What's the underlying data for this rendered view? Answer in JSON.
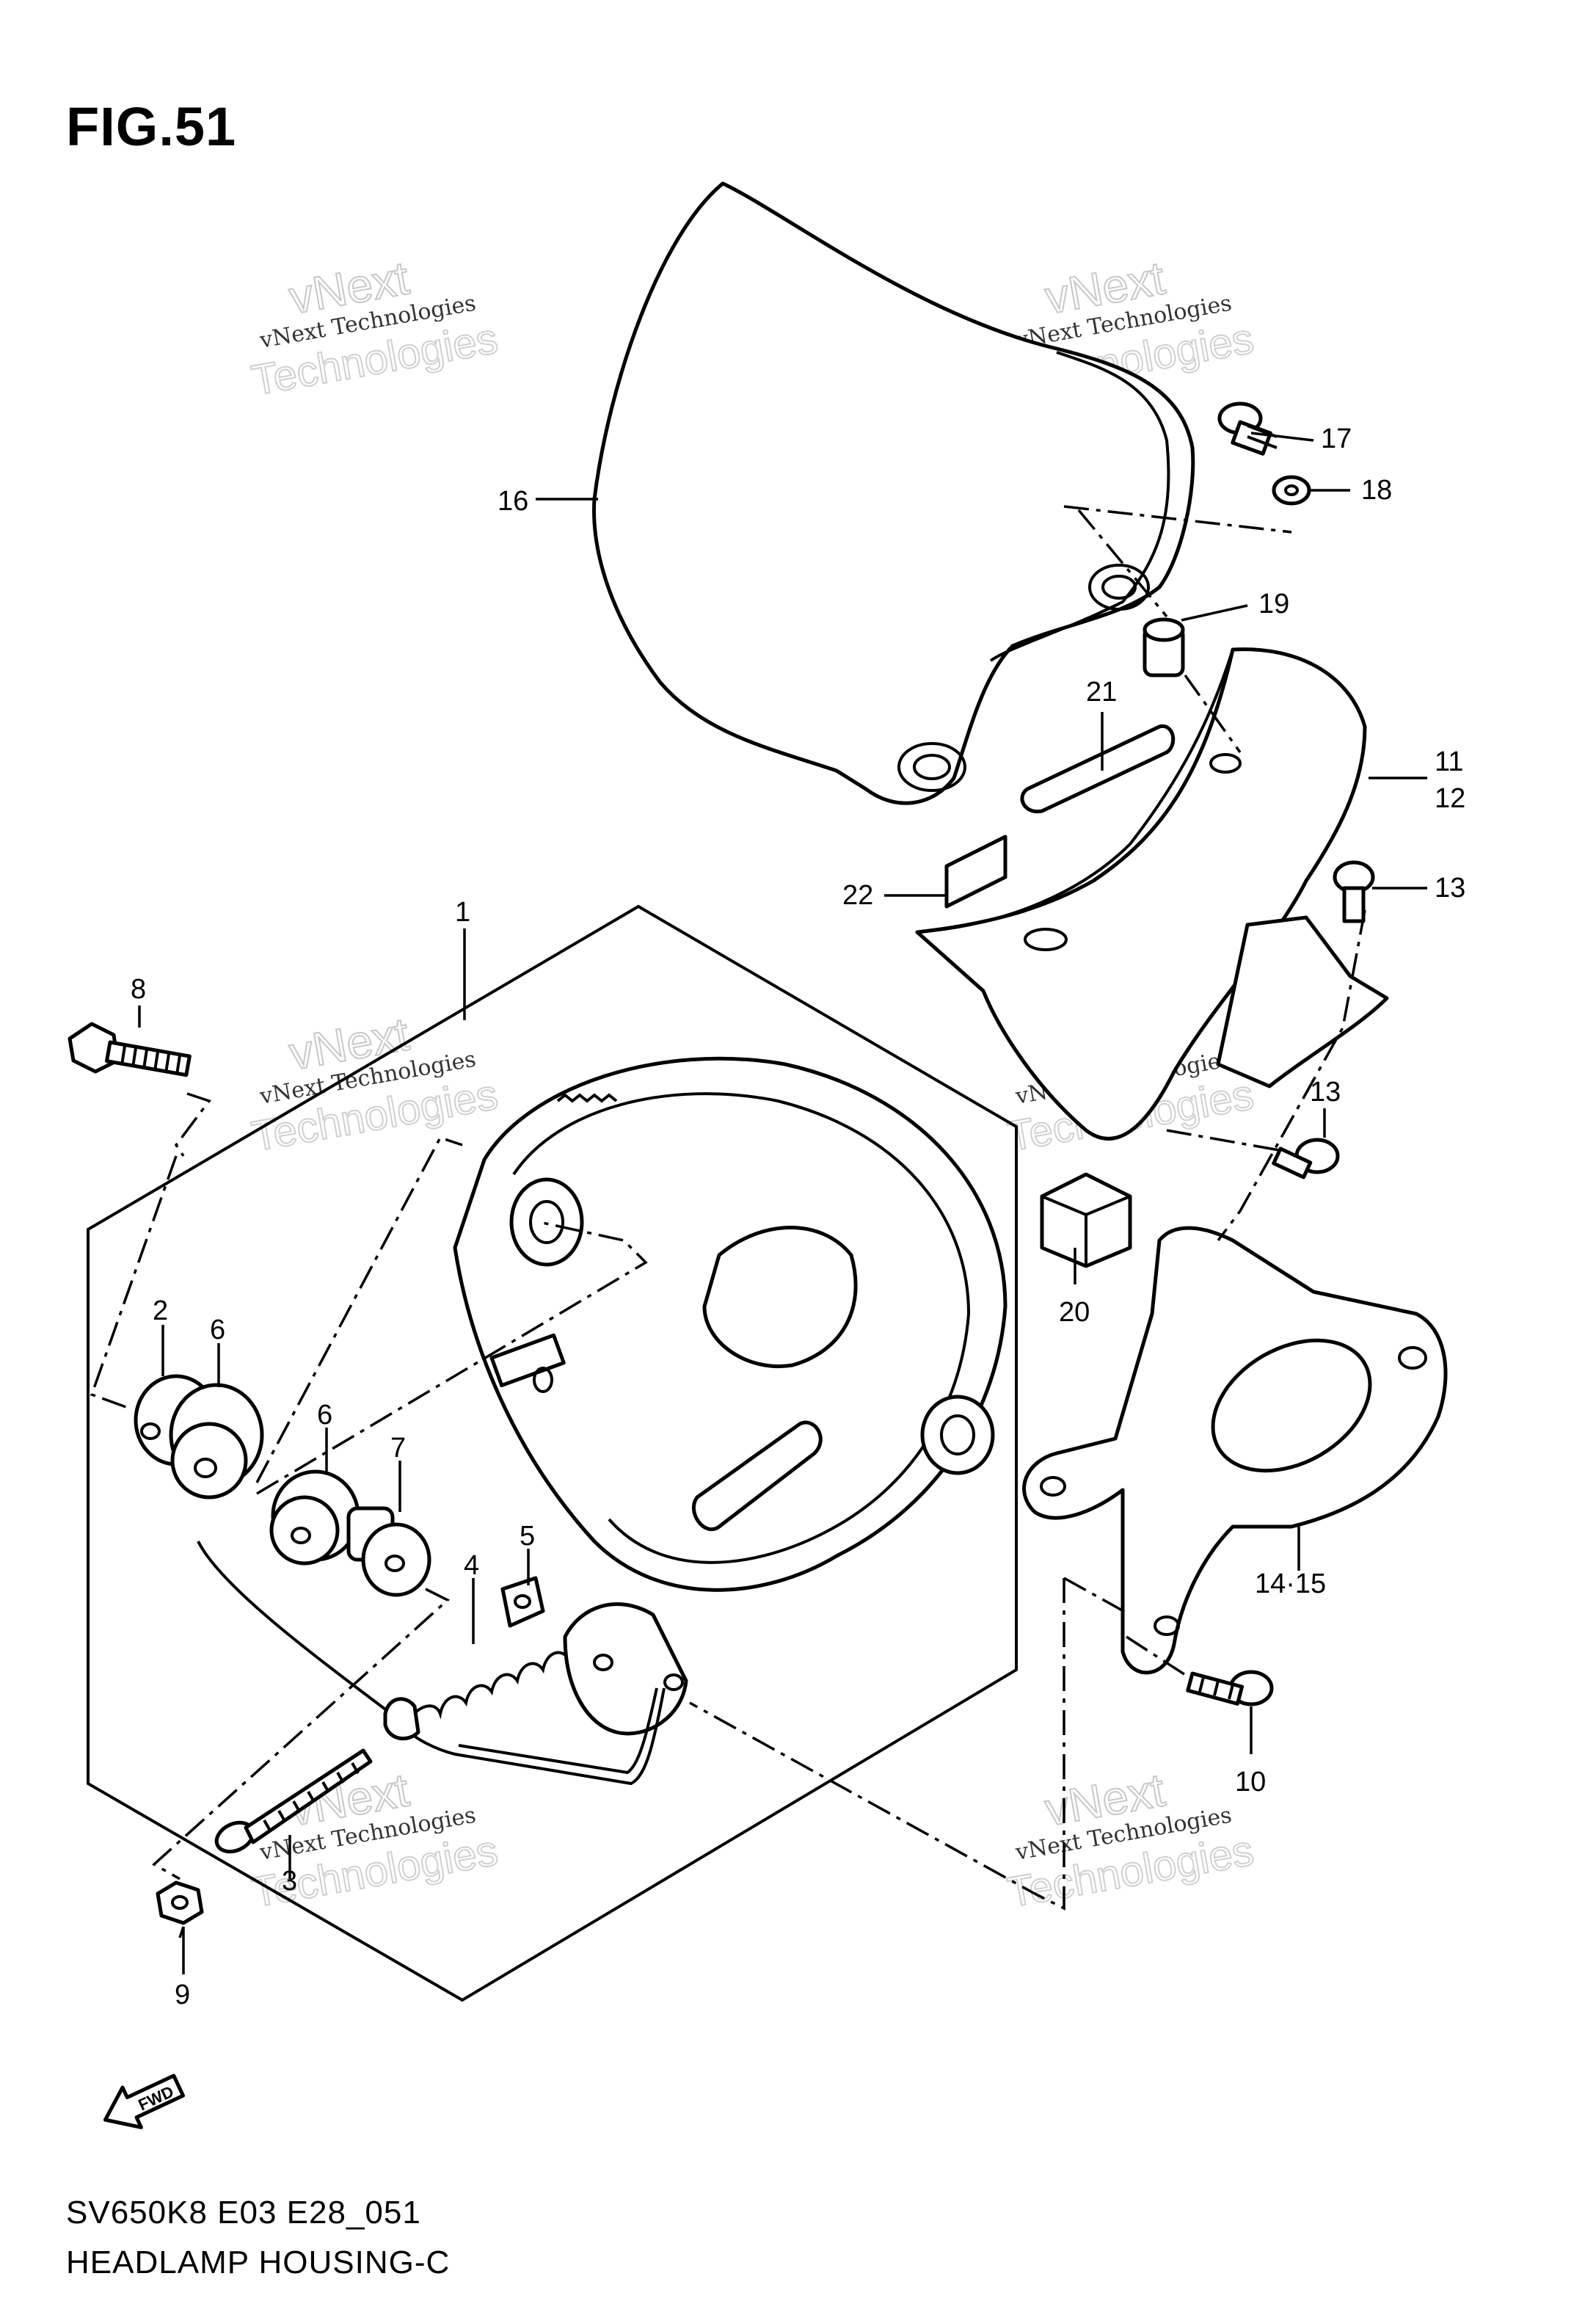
{
  "figure": {
    "title": "FIG.51"
  },
  "footer": {
    "model_code": "SV650K8 E03 E28_051",
    "diagram_title": "HEADLAMP HOUSING-C"
  },
  "watermark": {
    "brand_top": "vNext",
    "brand_line": "vNext Technologies",
    "brand_bottom": "Technologies"
  },
  "fwd_arrow": {
    "label": "FWD"
  },
  "callouts": {
    "c1": "1",
    "c2": "2",
    "c3": "3",
    "c4": "4",
    "c5": "5",
    "c6a": "6",
    "c6b": "6",
    "c7": "7",
    "c8": "8",
    "c9": "9",
    "c10": "10",
    "c11": "11",
    "c12": "12",
    "c13a": "13",
    "c13b": "13",
    "c1415": "14·15",
    "c16": "16",
    "c17": "17",
    "c18": "18",
    "c19": "19",
    "c20": "20",
    "c21": "21",
    "c22": "22"
  }
}
